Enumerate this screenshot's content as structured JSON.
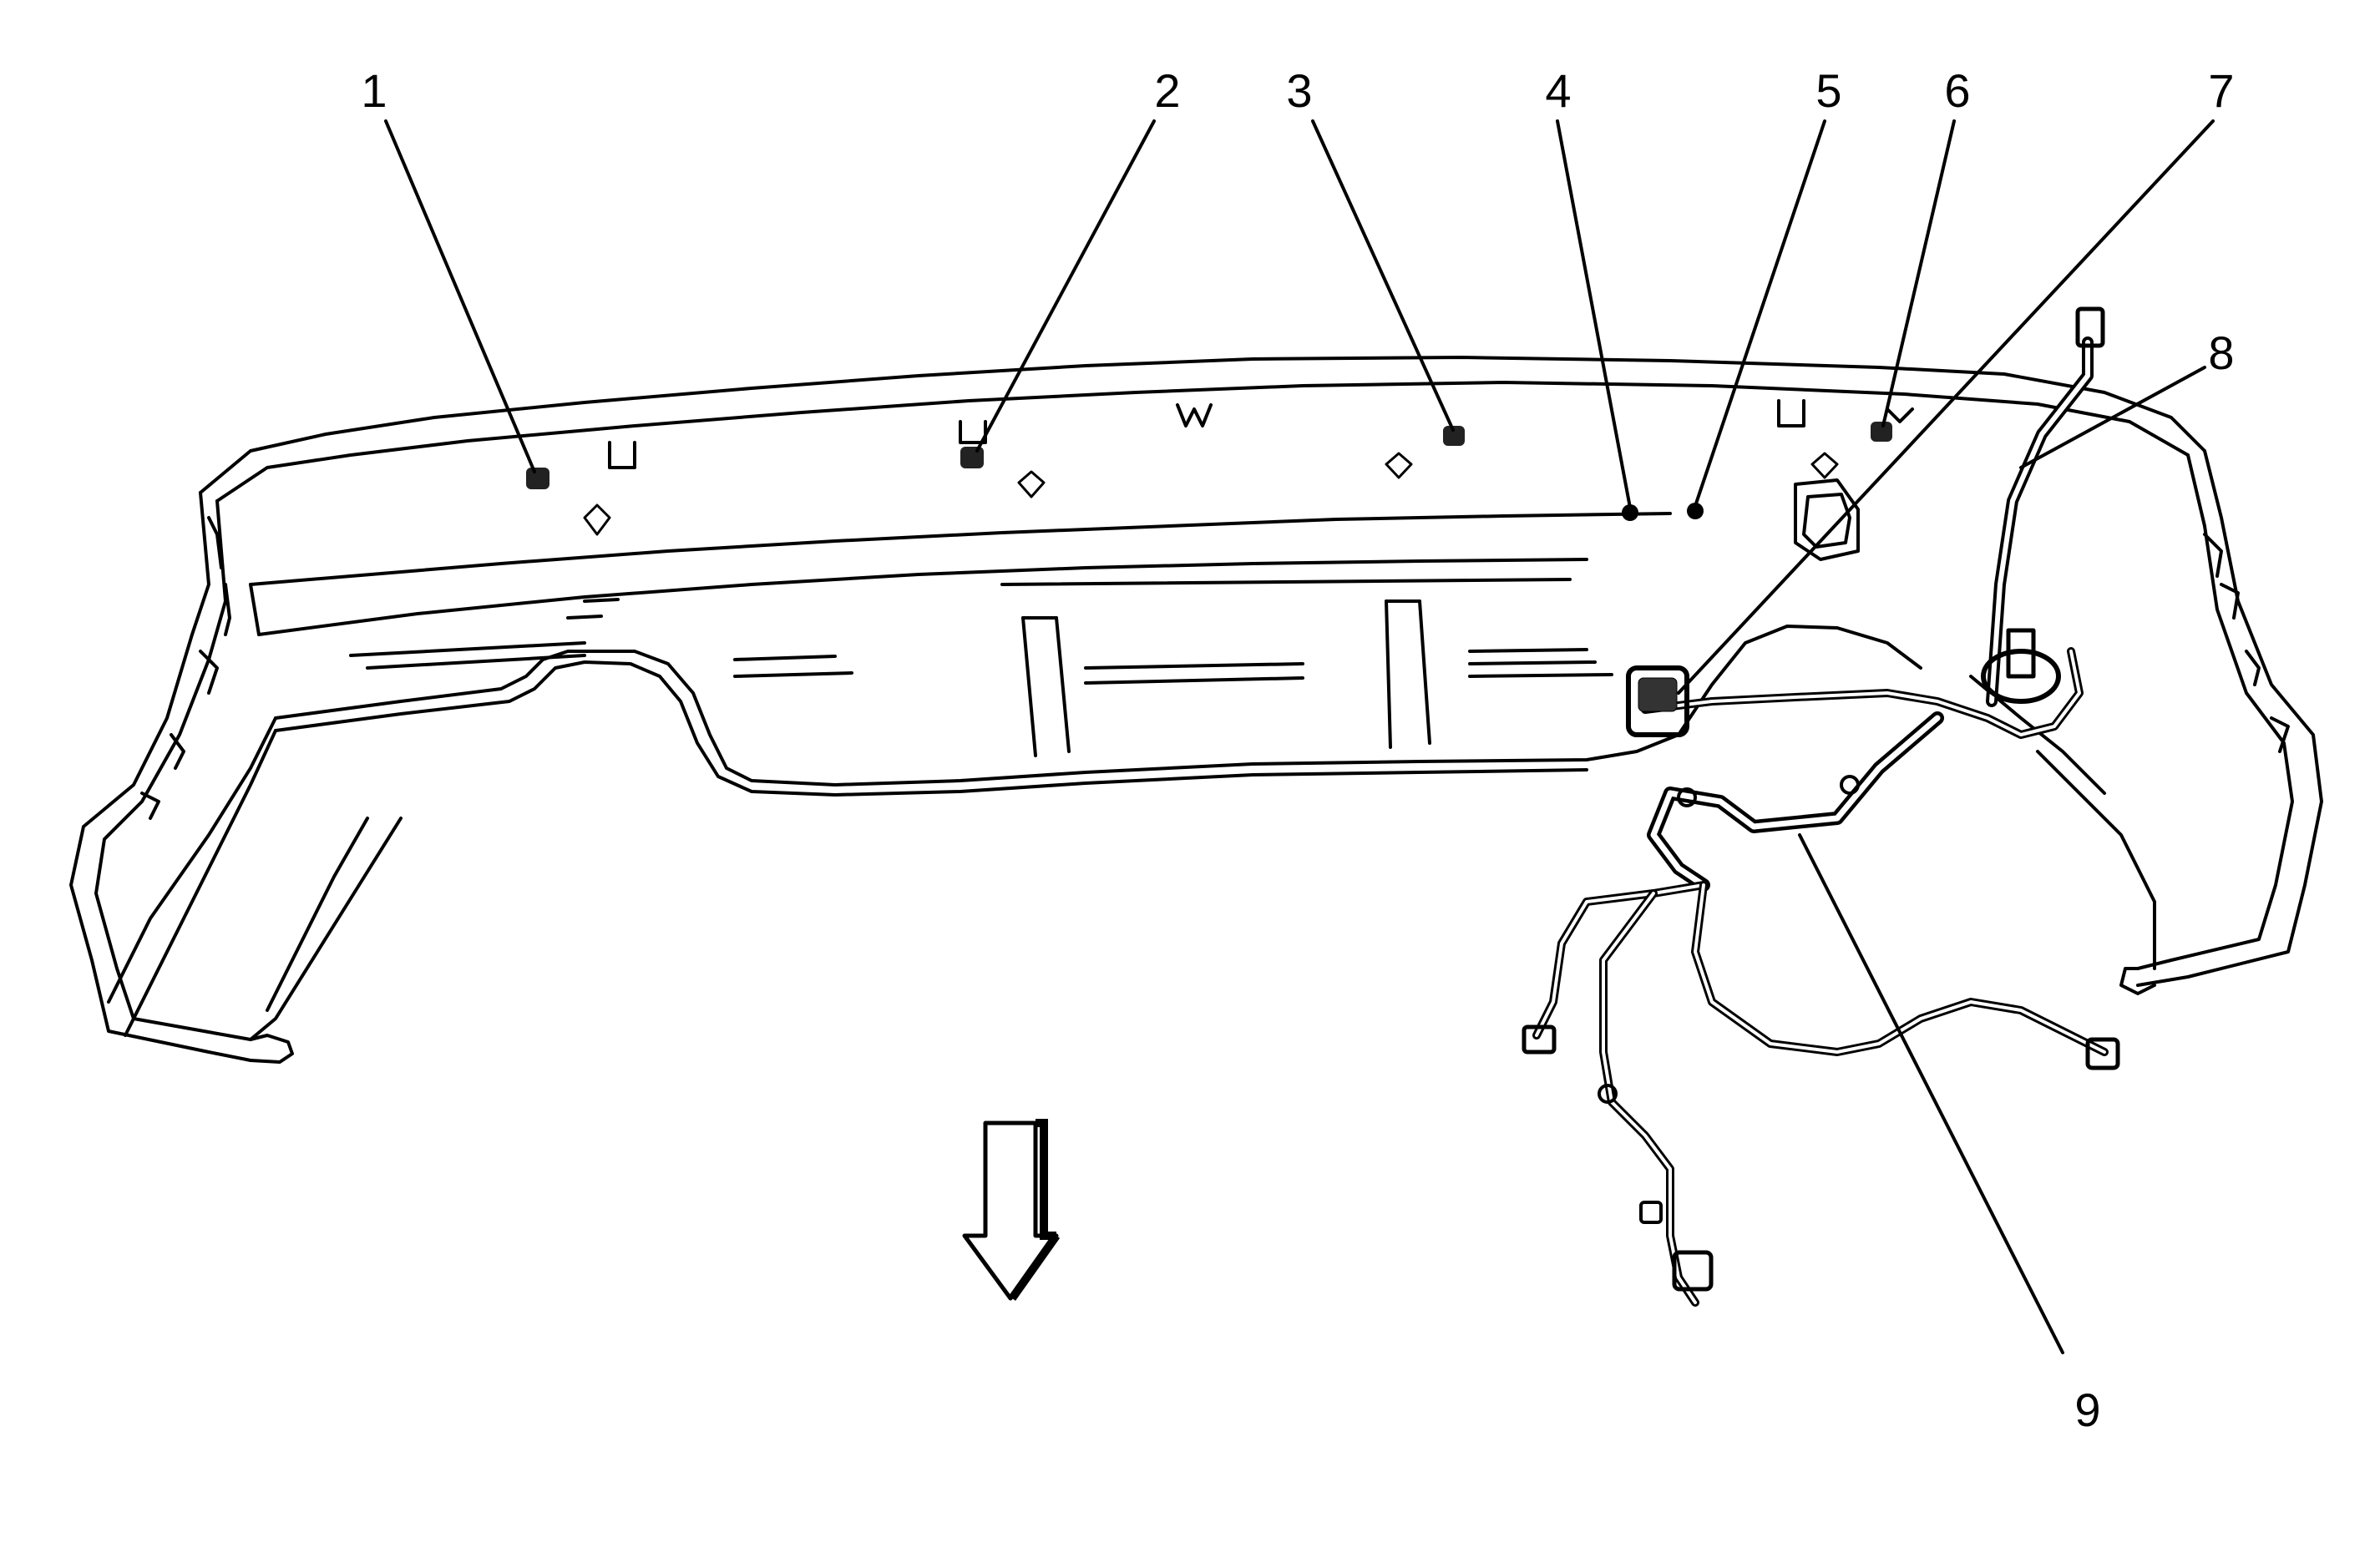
{
  "figure": {
    "callouts": [
      {
        "id": "1",
        "label": "1"
      },
      {
        "id": "2",
        "label": "2"
      },
      {
        "id": "3",
        "label": "3"
      },
      {
        "id": "4",
        "label": "4"
      },
      {
        "id": "5",
        "label": "5"
      },
      {
        "id": "6",
        "label": "6"
      },
      {
        "id": "7",
        "label": "7"
      },
      {
        "id": "8",
        "label": "8"
      },
      {
        "id": "9",
        "label": "9"
      }
    ],
    "direction_arrow": "down-arrow-icon"
  }
}
